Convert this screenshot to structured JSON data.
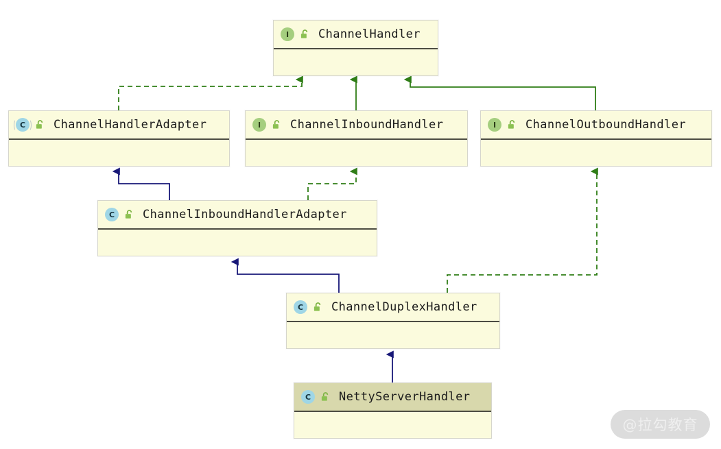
{
  "diagram": {
    "title": "Netty ChannelHandler class hierarchy",
    "type": "uml-class-diagram",
    "colors": {
      "node_fill": "#fbfbdd",
      "node_border": "#d6d6cc",
      "header_divider": "#4c4c42",
      "selected_header_fill": "#d8d8ac",
      "interface_icon": "#a5ce7f",
      "class_icon": "#9fd6e6",
      "lock_icon": "#7cb342",
      "implements_edge": "#2f7d16",
      "extends_edge": "#181878",
      "text": "#1b1b1b"
    },
    "nodes": [
      {
        "id": "channel-handler",
        "label": "ChannelHandler",
        "kind": "interface",
        "kind_icon": "interface-icon",
        "visibility_icon": "unlocked-padlock-icon",
        "selected": false
      },
      {
        "id": "channel-handler-adapter",
        "label": "ChannelHandlerAdapter",
        "kind": "abstract-class",
        "kind_icon": "abstract-class-icon",
        "visibility_icon": "unlocked-padlock-icon",
        "selected": false
      },
      {
        "id": "channel-inbound-handler",
        "label": "ChannelInboundHandler",
        "kind": "interface",
        "kind_icon": "interface-icon",
        "visibility_icon": "unlocked-padlock-icon",
        "selected": false
      },
      {
        "id": "channel-outbound-handler",
        "label": "ChannelOutboundHandler",
        "kind": "interface",
        "kind_icon": "interface-icon",
        "visibility_icon": "unlocked-padlock-icon",
        "selected": false
      },
      {
        "id": "channel-inbound-handler-adapter",
        "label": "ChannelInboundHandlerAdapter",
        "kind": "class",
        "kind_icon": "class-icon",
        "visibility_icon": "unlocked-padlock-icon",
        "selected": false
      },
      {
        "id": "channel-duplex-handler",
        "label": "ChannelDuplexHandler",
        "kind": "class",
        "kind_icon": "class-icon",
        "visibility_icon": "unlocked-padlock-icon",
        "selected": false
      },
      {
        "id": "netty-server-handler",
        "label": "NettyServerHandler",
        "kind": "class",
        "kind_icon": "class-icon",
        "visibility_icon": "unlocked-padlock-icon",
        "selected": true
      }
    ],
    "edges": [
      {
        "from": "channel-handler-adapter",
        "to": "channel-handler",
        "relation": "implements",
        "style": "dashed",
        "color": "#2f7d16"
      },
      {
        "from": "channel-inbound-handler",
        "to": "channel-handler",
        "relation": "extends",
        "style": "solid",
        "color": "#2f7d16"
      },
      {
        "from": "channel-outbound-handler",
        "to": "channel-handler",
        "relation": "extends",
        "style": "solid",
        "color": "#2f7d16"
      },
      {
        "from": "channel-inbound-handler-adapter",
        "to": "channel-handler-adapter",
        "relation": "extends",
        "style": "solid",
        "color": "#181878"
      },
      {
        "from": "channel-inbound-handler-adapter",
        "to": "channel-inbound-handler",
        "relation": "implements",
        "style": "dashed",
        "color": "#2f7d16"
      },
      {
        "from": "channel-duplex-handler",
        "to": "channel-inbound-handler-adapter",
        "relation": "extends",
        "style": "solid",
        "color": "#181878"
      },
      {
        "from": "channel-duplex-handler",
        "to": "channel-outbound-handler",
        "relation": "implements",
        "style": "dashed",
        "color": "#2f7d16"
      },
      {
        "from": "netty-server-handler",
        "to": "channel-duplex-handler",
        "relation": "extends",
        "style": "solid",
        "color": "#181878"
      }
    ]
  },
  "watermark": {
    "text": "@拉勾教育"
  }
}
